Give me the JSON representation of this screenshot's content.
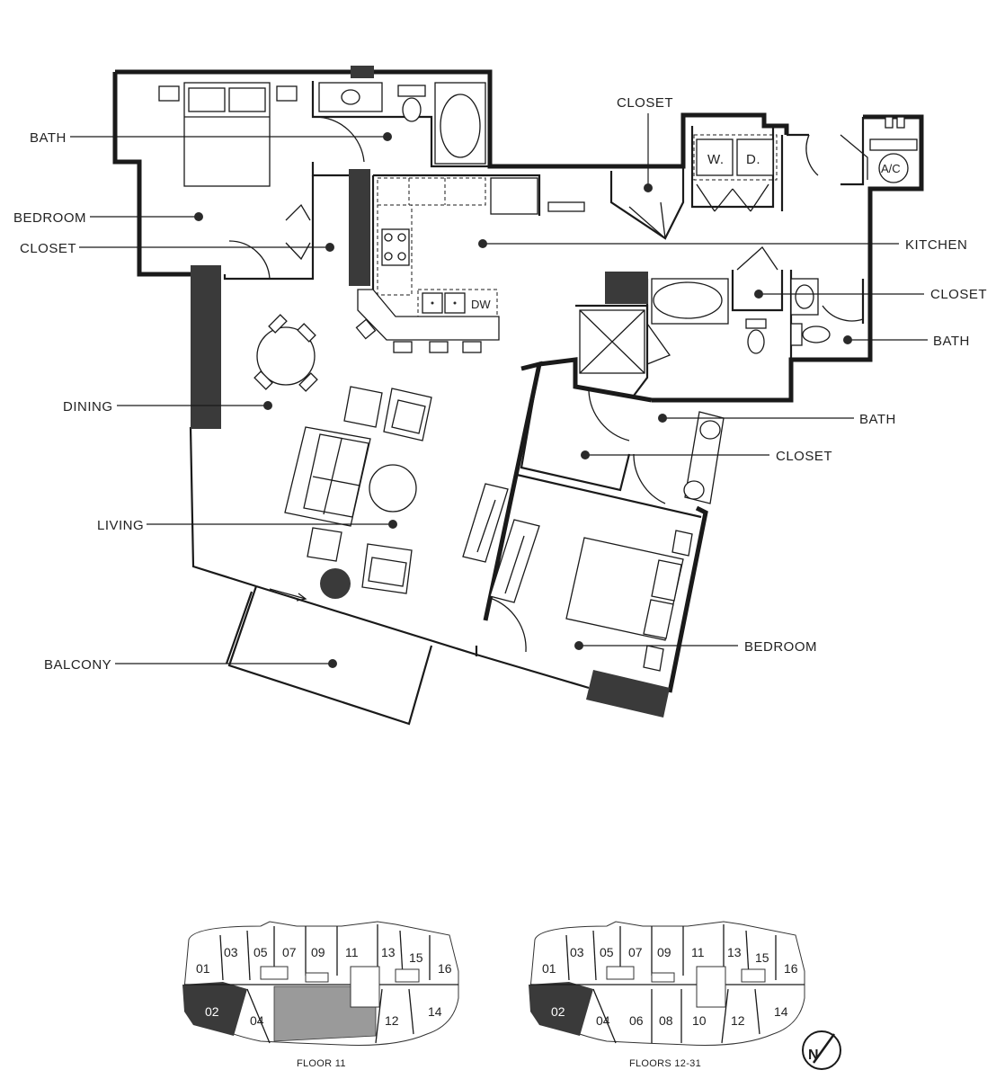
{
  "labels": {
    "bath_top_left": "BATH",
    "bedroom_left": "BEDROOM",
    "closet_left": "CLOSET",
    "dining": "DINING",
    "living": "LIVING",
    "balcony": "BALCONY",
    "closet_top": "CLOSET",
    "kitchen": "KITCHEN",
    "closet_right": "CLOSET",
    "bath_right": "BATH",
    "bath_center": "BATH",
    "closet_center": "CLOSET",
    "bedroom_right": "BEDROOM"
  },
  "appliances": {
    "washer": "W.",
    "dryer": "D.",
    "ac": "A/C",
    "dishwasher": "DW"
  },
  "key_plans": [
    {
      "caption": "FLOOR 11",
      "units": [
        "01",
        "02",
        "03",
        "04",
        "05",
        "07",
        "09",
        "11",
        "12",
        "13",
        "14",
        "15",
        "16"
      ],
      "selected": "02"
    },
    {
      "caption": "FLOORS 12-31",
      "units": [
        "01",
        "02",
        "03",
        "04",
        "05",
        "06",
        "07",
        "08",
        "09",
        "10",
        "11",
        "12",
        "13",
        "14",
        "15",
        "16"
      ],
      "selected": "02"
    }
  ],
  "compass": "N",
  "colors": {
    "wall": "#1a1a1a",
    "selected_unit": "#3a3a3a",
    "amenity": "#9a9a9a"
  }
}
